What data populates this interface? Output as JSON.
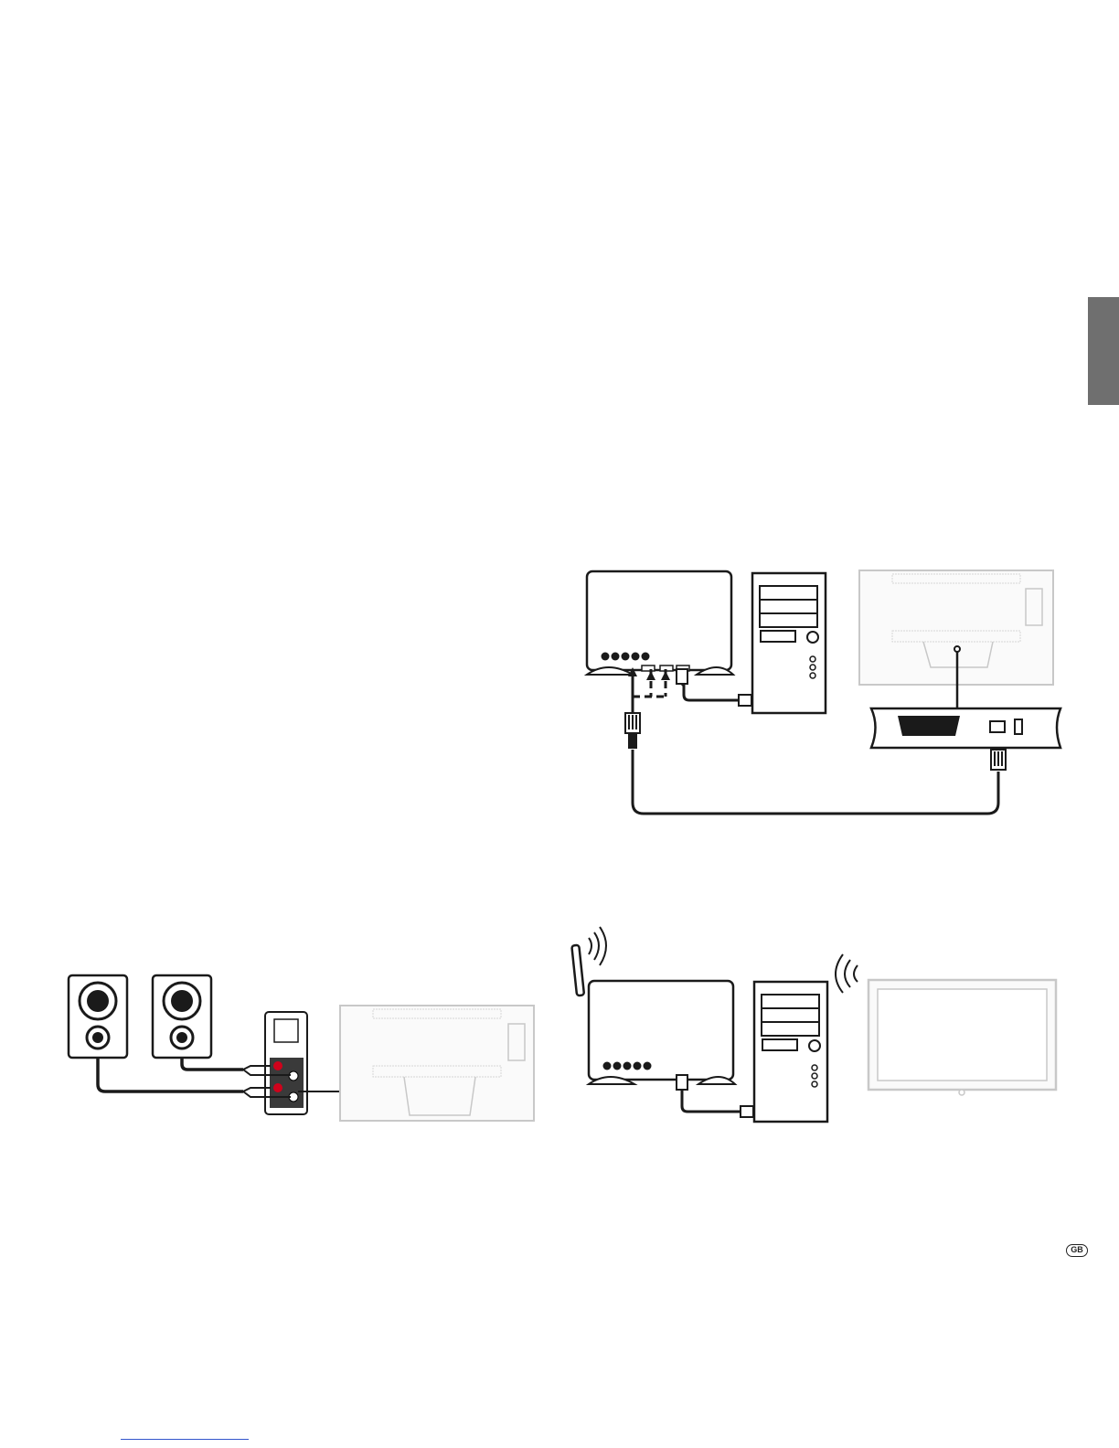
{
  "language_badge": "GB",
  "colors": {
    "line": "#1a1a1a",
    "tv_gray": "#c8c8c8",
    "jack_red": "#d0021b",
    "tab_gray": "#6f6f6f"
  },
  "diagrams": [
    {
      "name": "wired-lan-router-pc-tv",
      "icons": [
        "router-icon",
        "pc-tower-icon",
        "tv-back-icon",
        "connection-box-icon",
        "lan-cable-icon"
      ]
    },
    {
      "name": "speakers-audio-out",
      "icons": [
        "speaker-icon",
        "speaker-icon",
        "audio-jack-panel-icon",
        "tv-back-icon"
      ]
    },
    {
      "name": "wireless-lan-router-pc-tv",
      "icons": [
        "wifi-router-icon",
        "pc-tower-icon",
        "wifi-signal-icon",
        "tv-front-icon"
      ]
    }
  ]
}
